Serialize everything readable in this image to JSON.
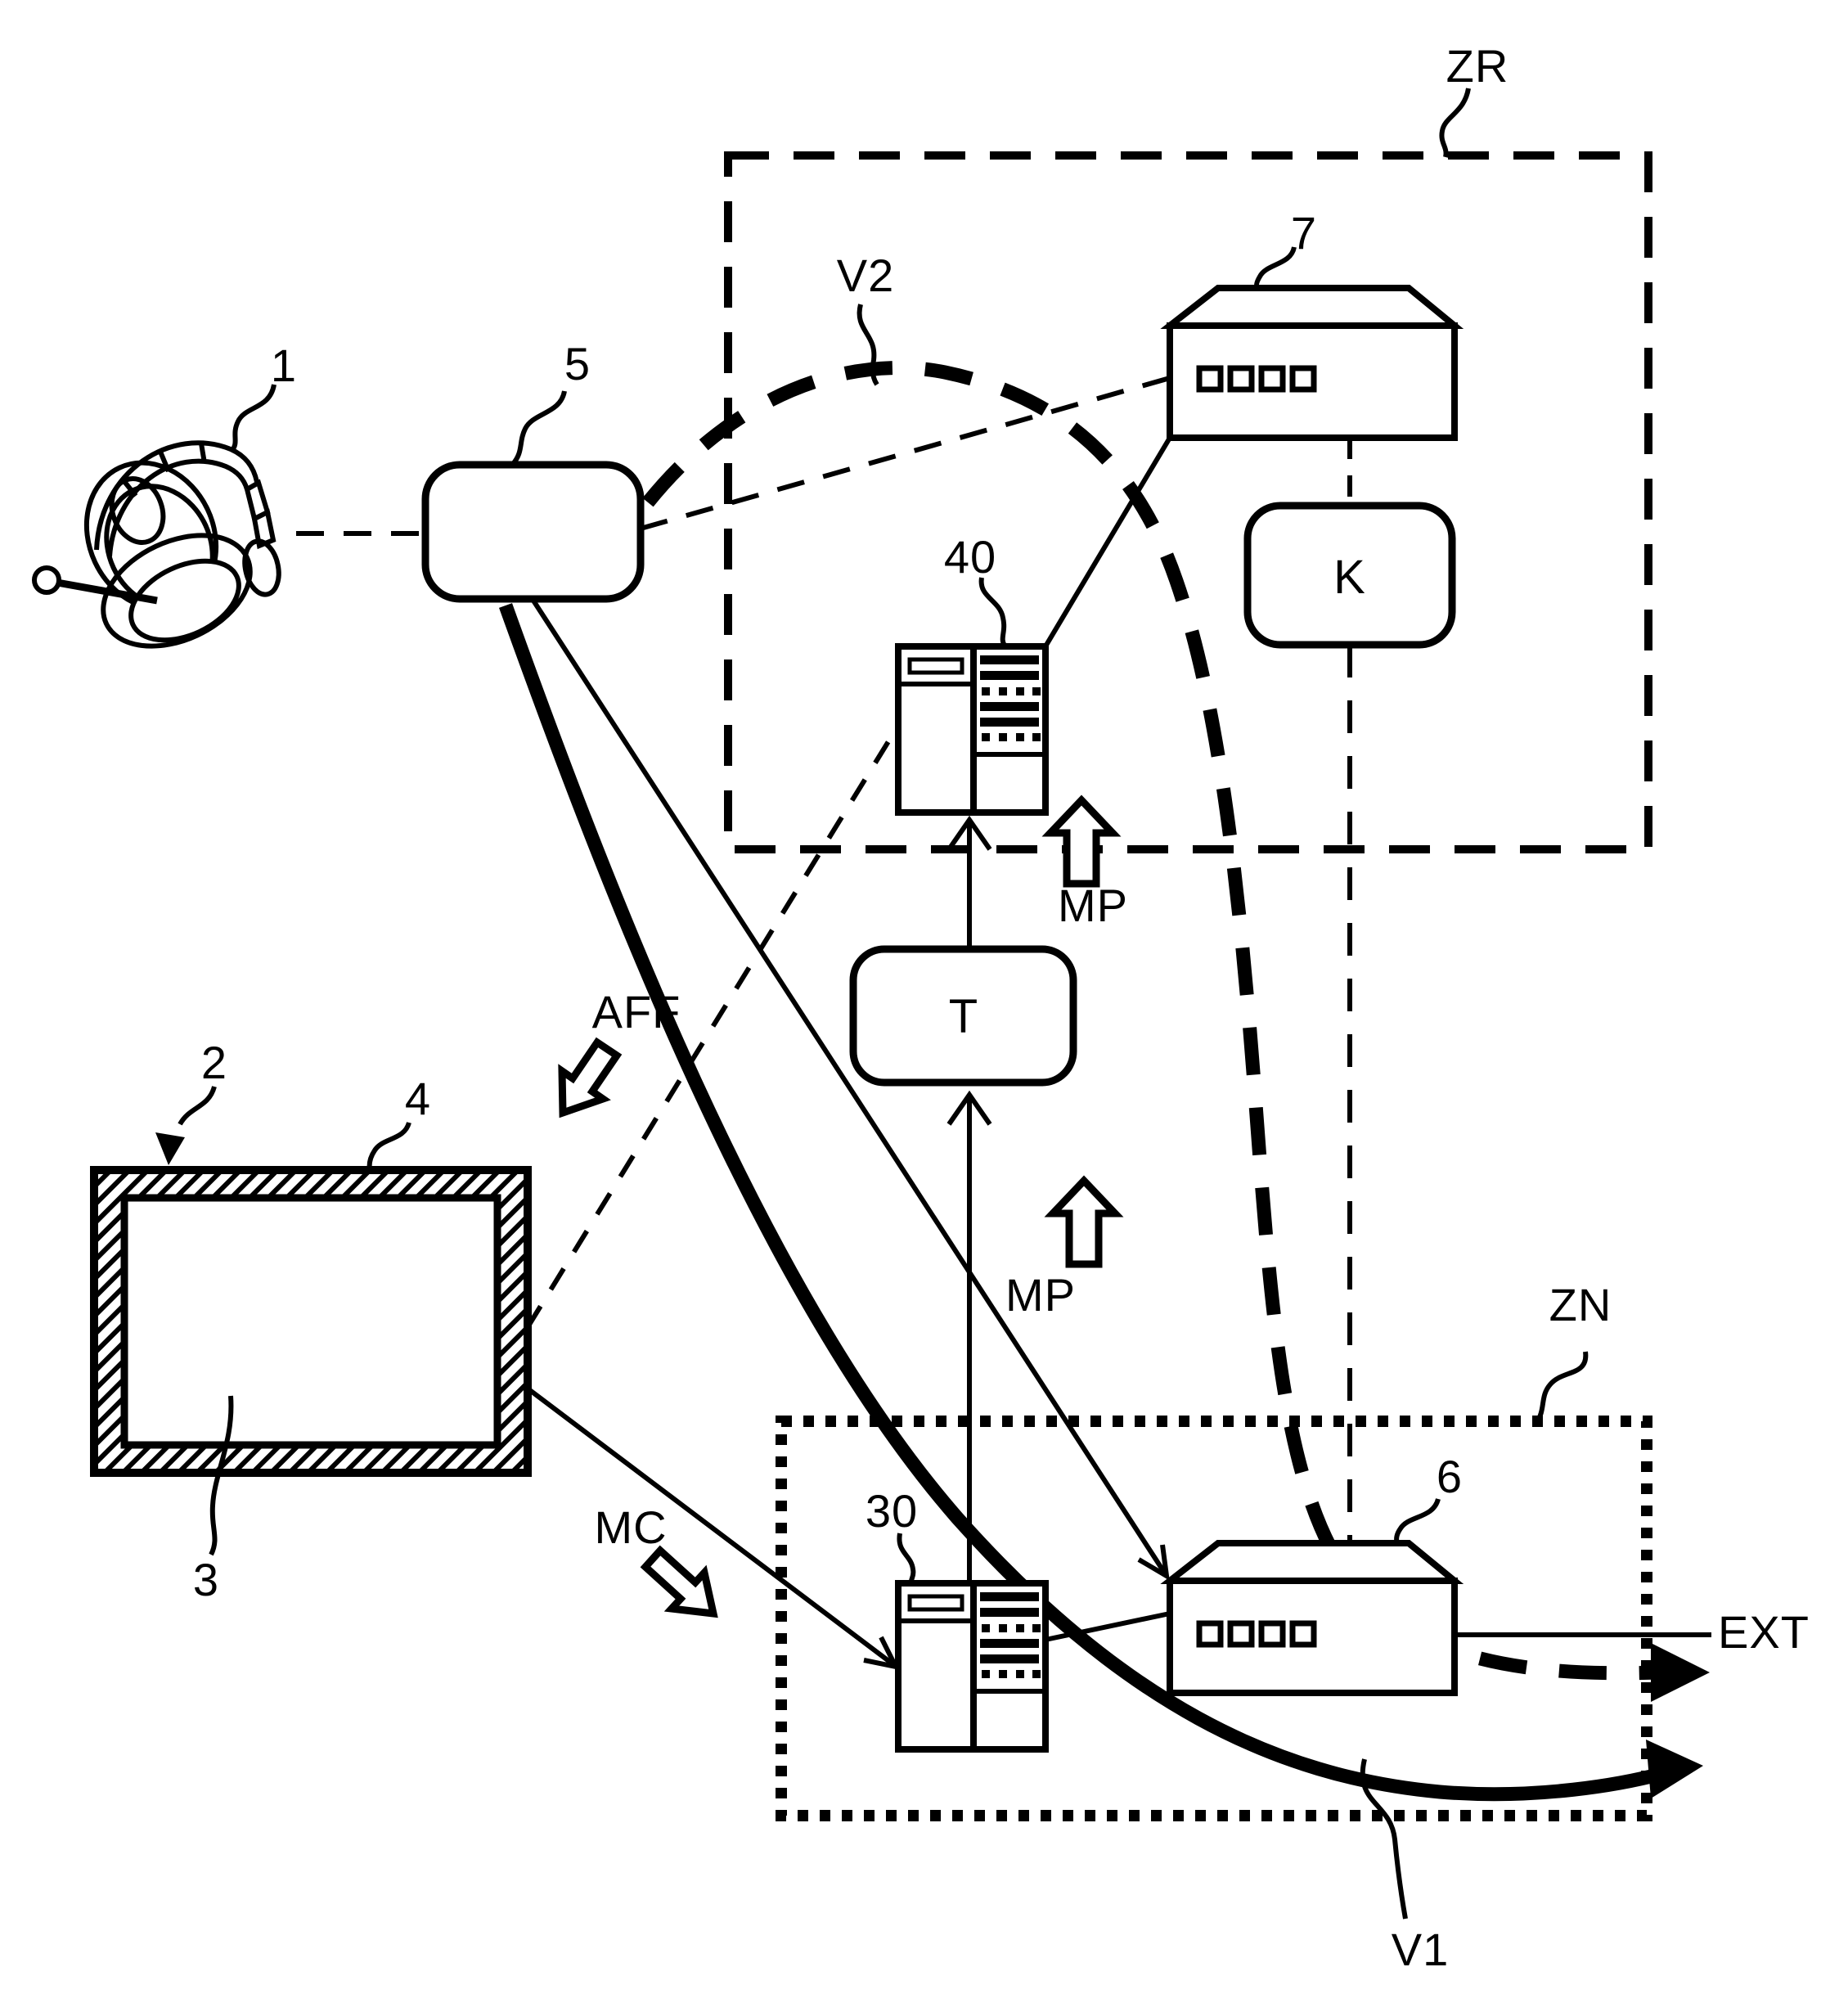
{
  "figure": {
    "type": "patent-schematic",
    "colors": {
      "ink": "#000000",
      "paper": "#ffffff"
    },
    "labels": {
      "headset": "1",
      "monitor": "2",
      "screen": "3",
      "frame": "4",
      "processing_box": "5",
      "router_bottom": "6",
      "router_top": "7",
      "server_bottom": "30",
      "server_top": "40",
      "k_module": "K",
      "t_module": "T",
      "mp_upper": "MP",
      "mp_lower": "MP",
      "aff": "AFF",
      "mc": "MC",
      "ext": "EXT",
      "zone_restricted": "ZR",
      "zone_network": "ZN",
      "path_v1": "V1",
      "path_v2": "V2"
    }
  }
}
